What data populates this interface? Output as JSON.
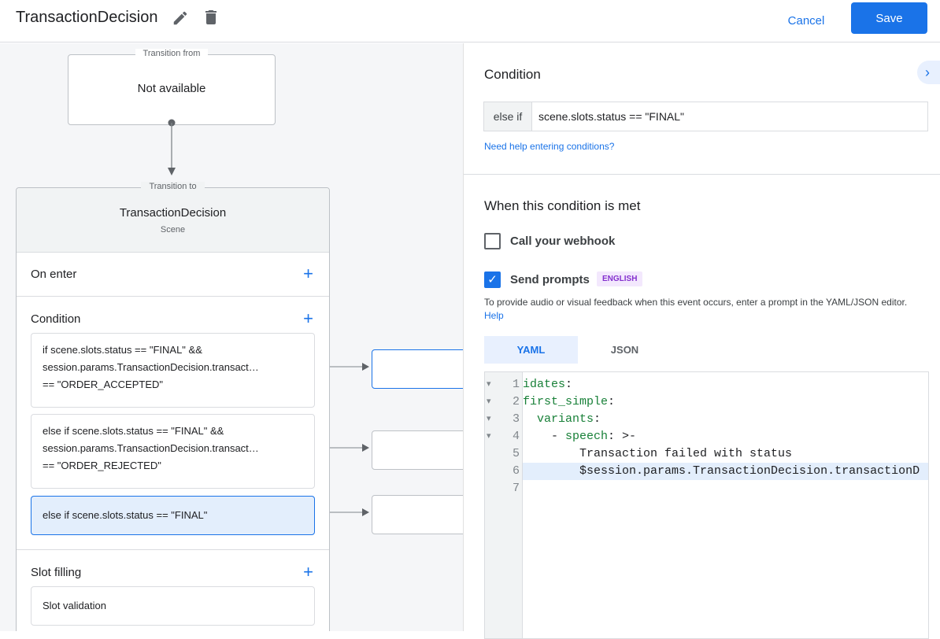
{
  "header": {
    "title": "TransactionDecision",
    "cancel_label": "Cancel",
    "save_label": "Save"
  },
  "canvas": {
    "transition_from": {
      "legend": "Transition from",
      "value": "Not available"
    },
    "transition_to": {
      "legend": "Transition to",
      "name": "TransactionDecision",
      "type": "Scene"
    },
    "on_enter": "On enter",
    "condition": "Condition",
    "conditions": [
      {
        "lines": [
          "if scene.slots.status == \"FINAL\" &&",
          "session.params.TransactionDecision.transact…",
          "== \"ORDER_ACCEPTED\""
        ]
      },
      {
        "lines": [
          "else if scene.slots.status == \"FINAL\" &&",
          "session.params.TransactionDecision.transact…",
          "== \"ORDER_REJECTED\""
        ]
      },
      {
        "lines": [
          "else if scene.slots.status == \"FINAL\""
        ]
      }
    ],
    "slot_filling": "Slot filling",
    "slot_validation": "Slot validation"
  },
  "panel": {
    "condition_heading": "Condition",
    "condition_prefix": "else if",
    "condition_value": "scene.slots.status == \"FINAL\"",
    "help_link": "Need help entering conditions?",
    "met_heading": "When this condition is met",
    "webhook_label": "Call your webhook",
    "webhook_checked": false,
    "prompts_label": "Send prompts",
    "prompts_checked": true,
    "language_badge": "ENGLISH",
    "prompt_help": "To provide audio or visual feedback when this event occurs, enter a prompt in the YAML/JSON editor.",
    "prompt_help_link": "Help",
    "tabs": [
      {
        "label": "YAML",
        "active": true
      },
      {
        "label": "JSON",
        "active": false
      }
    ],
    "code": [
      {
        "n": "1",
        "key": "idates",
        "rest": ":",
        "fold": true
      },
      {
        "n": "2",
        "key": "first_simple",
        "rest": ":",
        "fold": true
      },
      {
        "n": "3",
        "indent": "  ",
        "key": "variants",
        "rest": ":",
        "fold": true
      },
      {
        "n": "4",
        "indent": "    - ",
        "key": "speech",
        "rest": ": >-",
        "fold": true
      },
      {
        "n": "5",
        "indent": "        ",
        "text": "Transaction failed with status"
      },
      {
        "n": "6",
        "indent": "        ",
        "text": "$session.params.TransactionDecision.transactionD",
        "active": true
      },
      {
        "n": "7",
        "text": ""
      }
    ]
  },
  "colors": {
    "accent": "#1a73e8",
    "canvas_bg": "#f5f6f8",
    "selected_bg": "#e3eefc",
    "code_key": "#188038"
  }
}
